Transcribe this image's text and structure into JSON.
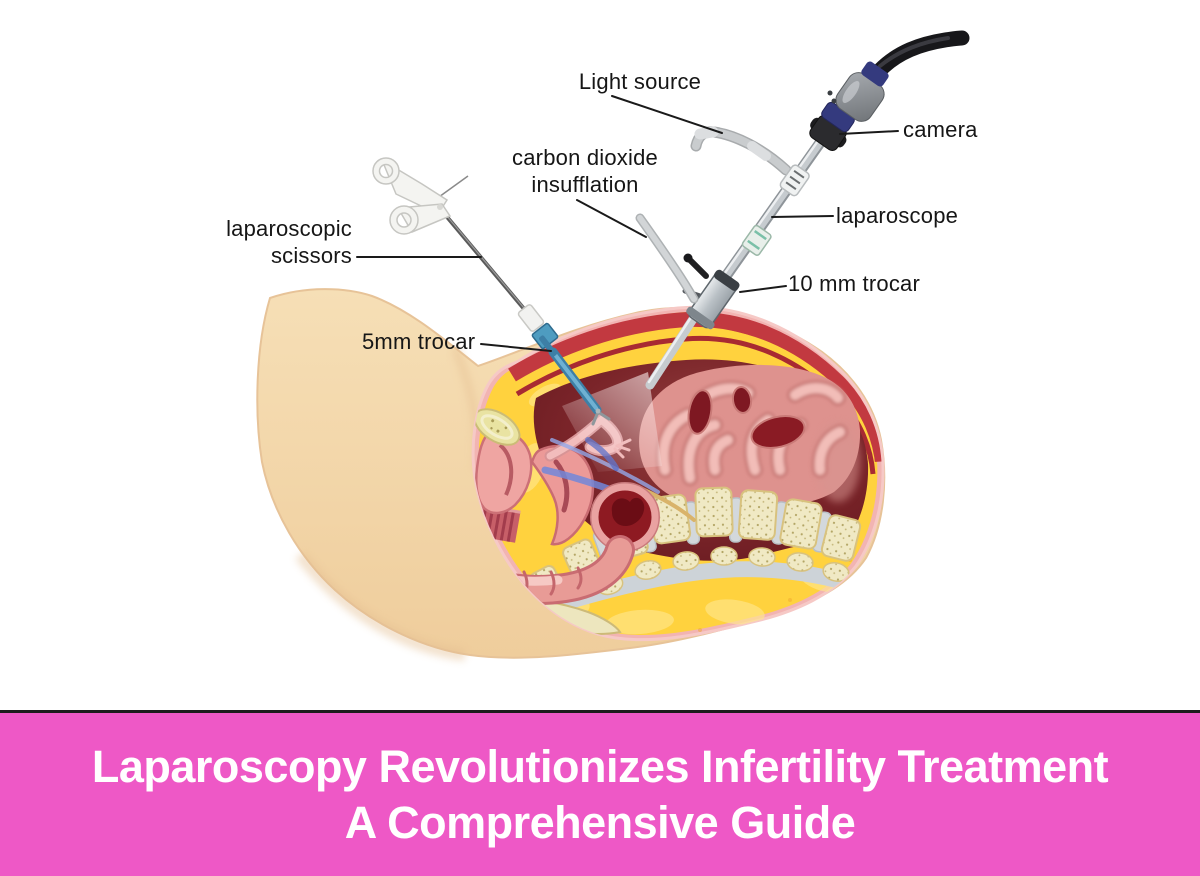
{
  "diagram": {
    "description": "Laparoscopy procedure cross-section illustration of the pelvis with surgical instruments",
    "labels": {
      "light_source": "Light source",
      "camera": "camera",
      "co2": "carbon dioxide\ninsufflation",
      "laparoscope": "laparoscope",
      "trocar_10mm": "10 mm trocar",
      "scissors": "laparoscopic\nscissors",
      "trocar_5mm": "5mm trocar"
    },
    "palette": {
      "skin": "#F3D7A8",
      "fat_yellow": "#FFD23E",
      "cavity_maroon": "#7A2026",
      "organ_pink": "#E89B96",
      "bone_cream": "#F0E9C4",
      "instrument_blue": "#4E9CC0",
      "metal_silver": "#C6CBCF",
      "camera_navy": "#343A7E",
      "label_text": "#161616"
    }
  },
  "banner": {
    "title_line1": "Laparoscopy Revolutionizes Infertility Treatment",
    "title_line2": "A Comprehensive Guide",
    "background": "#EE58C6",
    "text_color": "#FFFFFF"
  }
}
